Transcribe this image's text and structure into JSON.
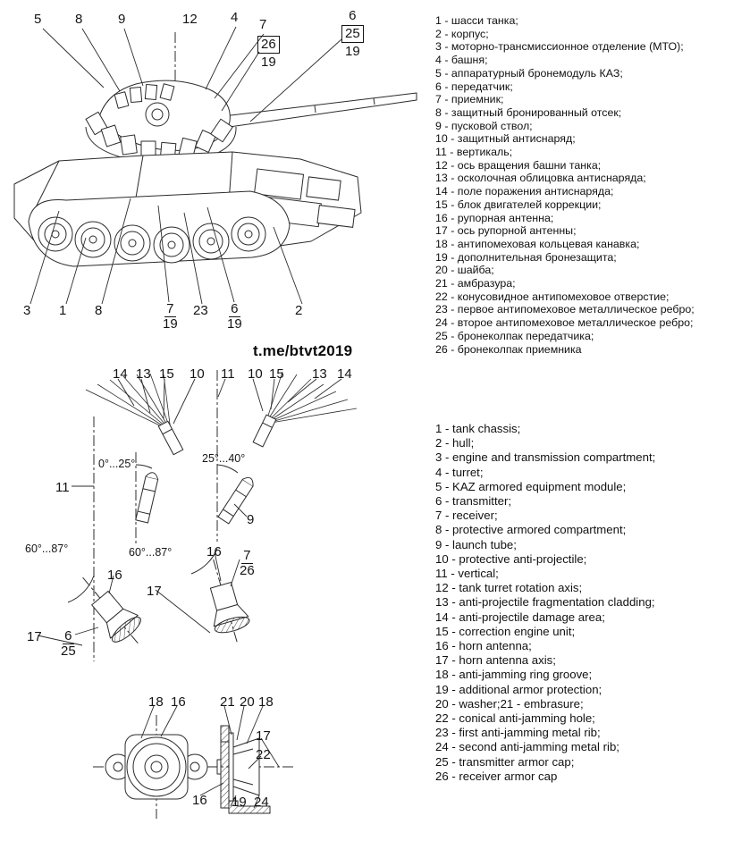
{
  "watermark": "t.me/btvt2019",
  "legend_ru": {
    "items": [
      "1 - шасси танка;",
      "2 - корпус;",
      "3 - моторно-трансмиссионное отделение (МТО);",
      "4 - башня;",
      "5 - аппаратурный бронемодуль КАЗ;",
      "6 - передатчик;",
      "7 - приемник;",
      "8 - защитный бронированный отсек;",
      "9 - пусковой ствол;",
      "10 - защитный антиснаряд;",
      "11 - вертикаль;",
      "12 - ось вращения башни танка;",
      "13 - осколочная облицовка антиснаряда;",
      "14 - поле поражения антиснаряда;",
      "15 - блок двигателей коррекции;",
      "16 - рупорная антенна;",
      "17 - ось рупорной антенны;",
      "18 - антипомеховая кольцевая канавка;",
      "19 - дополнительная бронезащита;",
      "20 - шайба;",
      "21 - амбразура;",
      "22 - конусовидное антипомеховое отверстие;",
      "23 - первое антипомеховое металлическое ребро;",
      "24 - второе антипомеховое металлическое ребро;",
      "25 - бронеколпак передатчика;",
      "26 - бронеколпак приемника"
    ]
  },
  "legend_en": {
    "items": [
      "1 - tank chassis;",
      "2 - hull;",
      "3 - engine and transmission compartment;",
      "4 - turret;",
      "5 - KAZ armored equipment module;",
      "6 - transmitter;",
      "7 - receiver;",
      "8 - protective armored compartment;",
      "9 - launch tube;",
      "10 - protective anti-projectile;",
      "11 - vertical;",
      "12 - tank turret rotation axis;",
      "13 - anti-projectile fragmentation cladding;",
      "14 - anti-projectile damage area;",
      "15 - correction engine unit;",
      "16 - horn antenna;",
      "17 - horn antenna axis;",
      "18 - anti-jamming ring groove;",
      "19 - additional armor protection;",
      "20 - washer;21 - embrasure;",
      "22 - conical anti-jamming hole;",
      "23 - first anti-jamming metal rib;",
      "24 - second anti-jamming metal rib;",
      "25 - transmitter armor cap;",
      "26 - receiver armor cap"
    ]
  },
  "fig_tank": {
    "callouts": {
      "t5": "5",
      "t8a": "8",
      "t9": "9",
      "t12": "12",
      "t4": "4",
      "t7a": "7",
      "t26": "26",
      "t19a": "19",
      "t6a": "6",
      "t25": "25",
      "t19b": "19",
      "b3": "3",
      "b1": "1",
      "b8": "8",
      "b7": "7",
      "b19a": "19",
      "b23": "23",
      "b6": "6",
      "b19b": "19",
      "b2": "2"
    }
  },
  "fig_mid": {
    "callouts": {
      "l14": "14",
      "l13": "13",
      "l15": "15",
      "l10": "10",
      "l11": "11",
      "r10": "10",
      "r15": "15",
      "r13": "13",
      "r14": "14",
      "ang1": "0°...25°",
      "ang2": "25°...40°",
      "v11": "11",
      "t9": "9",
      "ang3": "60°...87°",
      "ang4": "60°...87°",
      "h16a": "16",
      "h16b": "16",
      "f7": "7",
      "f26": "26",
      "x17a": "17",
      "f6": "6",
      "f25": "25",
      "x17b": "17"
    }
  },
  "fig_bottom": {
    "callouts": {
      "n18a": "18",
      "n16a": "16",
      "n21": "21",
      "n20": "20",
      "n18b": "18",
      "n17": "17",
      "n22": "22",
      "n16b": "16",
      "n19": "19",
      "n24": "24"
    }
  }
}
